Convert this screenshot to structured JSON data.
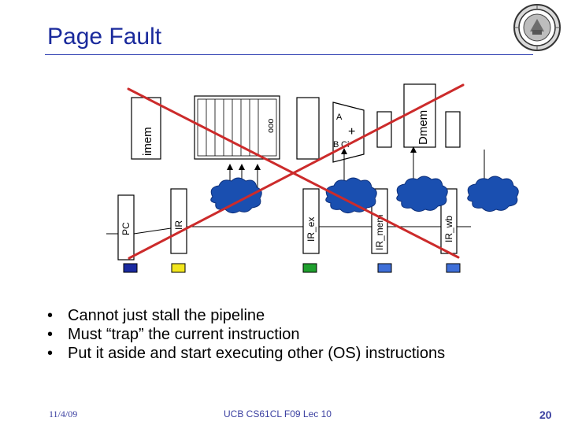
{
  "title": "Page Fault",
  "diagram": {
    "imem_label": "imem",
    "dmem_label": "Dmem",
    "pc_label": "PC",
    "ir_label": "IR",
    "ir_ex_label": "IR_ex",
    "ir_mem_label": "IR_mem",
    "ir_wb_label": "IR_wb",
    "alu_input_a": "A",
    "alu_input_b": "B",
    "alu_input_ci": "Ci",
    "alu_op": "+",
    "regfile_dots": "ooo",
    "colors": {
      "crossout": "#cc2b2b",
      "pc_marker": "#1a2aa0",
      "ir_marker": "#f2e61e",
      "ir_ex_marker": "#1fa02e",
      "ir_mem_marker": "#3f6fd8",
      "ir_wb_marker": "#3f6fd8",
      "logic_cloud": "#1a4fb0"
    }
  },
  "bullets": [
    "Cannot just stall the pipeline",
    "Must “trap” the current instruction",
    "Put it aside and start executing other (OS) instructions"
  ],
  "footer": {
    "date": "11/4/09",
    "course": "UCB CS61CL F09 Lec 10",
    "page": "20"
  }
}
